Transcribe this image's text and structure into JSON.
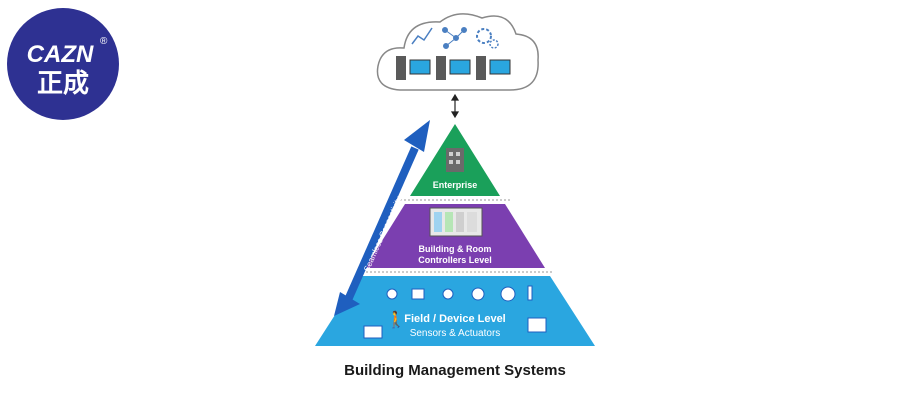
{
  "logo": {
    "text_latin": "CAZN",
    "text_cjk": "正成",
    "registered_mark": "®",
    "bg_color": "#2e3192"
  },
  "diagram": {
    "tiers": [
      {
        "label": "Enterprise",
        "color": "#1aa05a"
      },
      {
        "label": "Building & Room",
        "label_line2": "Controllers  Level",
        "color": "#7b3fb0"
      },
      {
        "label": "Field / Device Level",
        "sublabel": "Sensors & Actuators",
        "color": "#2aa6e0"
      }
    ],
    "arrow_label": "Seamless Connectivity",
    "arrow_color": "#1f5fbf"
  },
  "caption": "Building Management Systems"
}
